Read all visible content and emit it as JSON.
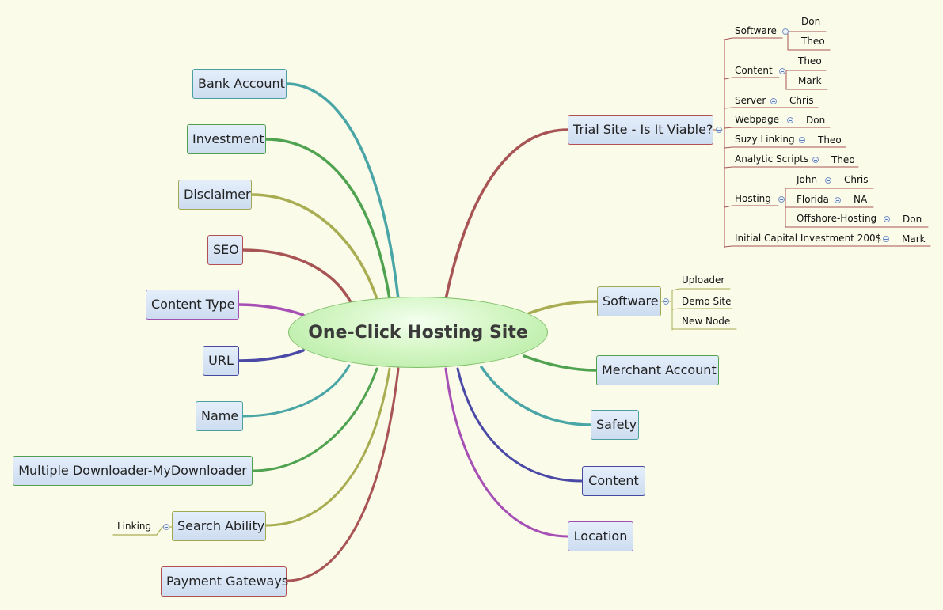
{
  "central": "One-Click Hosting Site",
  "left_topics": {
    "bank_account": "Bank Account",
    "investment": "Investment",
    "disclaimer": "Disclaimer",
    "seo": "SEO",
    "content_type": "Content Type",
    "url": "URL",
    "name": "Name",
    "multiple_downloader": "Multiple Downloader-MyDownloader",
    "search_ability": "Search Ability",
    "payment_gateways": "Payment Gateways"
  },
  "search_ability_children": {
    "linking": "Linking"
  },
  "right_topics": {
    "trial_site": "Trial Site - Is It Viable?",
    "software": "Software",
    "merchant_account": "Merchant Account",
    "safety": "Safety",
    "content": "Content",
    "location": "Location"
  },
  "software_children": {
    "uploader": "Uploader",
    "demo_site": "Demo Site",
    "new_node": "New Node"
  },
  "trial_site_children": {
    "software": {
      "label": "Software",
      "children": [
        "Don",
        "Theo"
      ]
    },
    "content": {
      "label": "Content",
      "children": [
        "Theo",
        "Mark"
      ]
    },
    "server": {
      "label": "Server",
      "child": "Chris"
    },
    "webpage": {
      "label": "Webpage",
      "child": "Don"
    },
    "suzy_linking": {
      "label": "Suzy Linking",
      "child": "Theo"
    },
    "analytic_scripts": {
      "label": "Analytic Scripts",
      "child": "Theo"
    },
    "hosting": {
      "label": "Hosting",
      "john": {
        "label": "John",
        "child": "Chris"
      },
      "florida": {
        "label": "Florida",
        "child": "NA"
      },
      "offshore": {
        "label": "Offshore-Hosting",
        "child": "Don"
      }
    },
    "initial_capital": {
      "label": "Initial Capital Investment 200$",
      "child": "Mark"
    }
  },
  "colors": {
    "teal": "#4aa6a6",
    "green": "#4fa24f",
    "olive": "#a8ad52",
    "red": "#a85454",
    "purple": "#a64fb5",
    "navy": "#4a4aa6",
    "sub_line": "#a85454",
    "software_line": "#a8ad52"
  }
}
